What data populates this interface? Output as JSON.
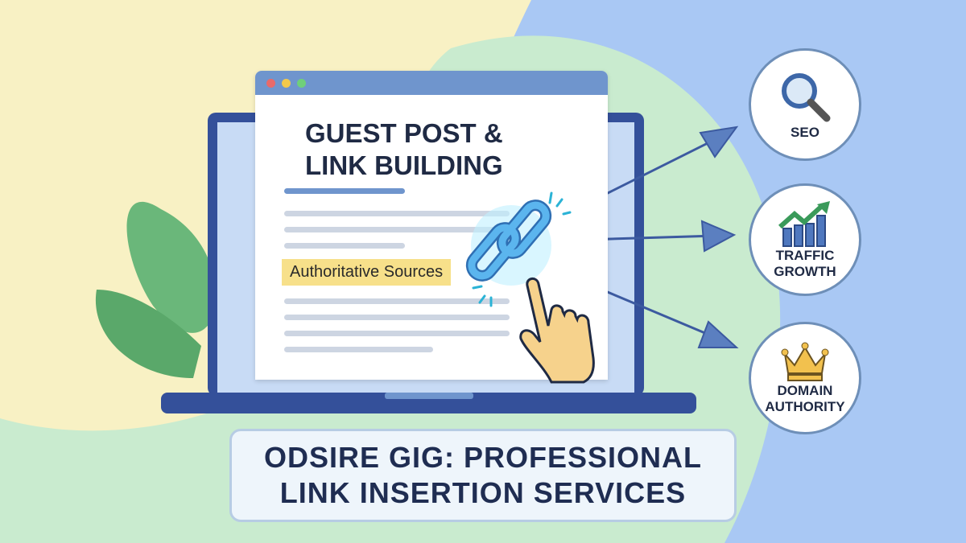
{
  "browser": {
    "dots": [
      "#e86a6a",
      "#f2c94c",
      "#6fcf7a"
    ]
  },
  "card": {
    "title_line1": "GUEST POST &",
    "title_line2": "LINK BUILDING",
    "highlight": "Authoritative Sources"
  },
  "benefits": [
    {
      "icon": "magnifier-icon",
      "label": "SEO"
    },
    {
      "icon": "growth-chart-icon",
      "label_line1": "TRAFFIC",
      "label_line2": "GROWTH"
    },
    {
      "icon": "crown-icon",
      "label_line1": "DOMAIN",
      "label_line2": "AUTHORITY"
    }
  ],
  "banner": {
    "line1": "ODSIRE GIG: PROFESSIONAL",
    "line2": "LINK INSERTION SERVICES"
  },
  "colors": {
    "navy": "#34509a",
    "yellow_bg": "#f8f1c4",
    "green_bg": "#c9ebcf",
    "blue_bg": "#a9c8f4",
    "link": "#3d8fd6"
  }
}
